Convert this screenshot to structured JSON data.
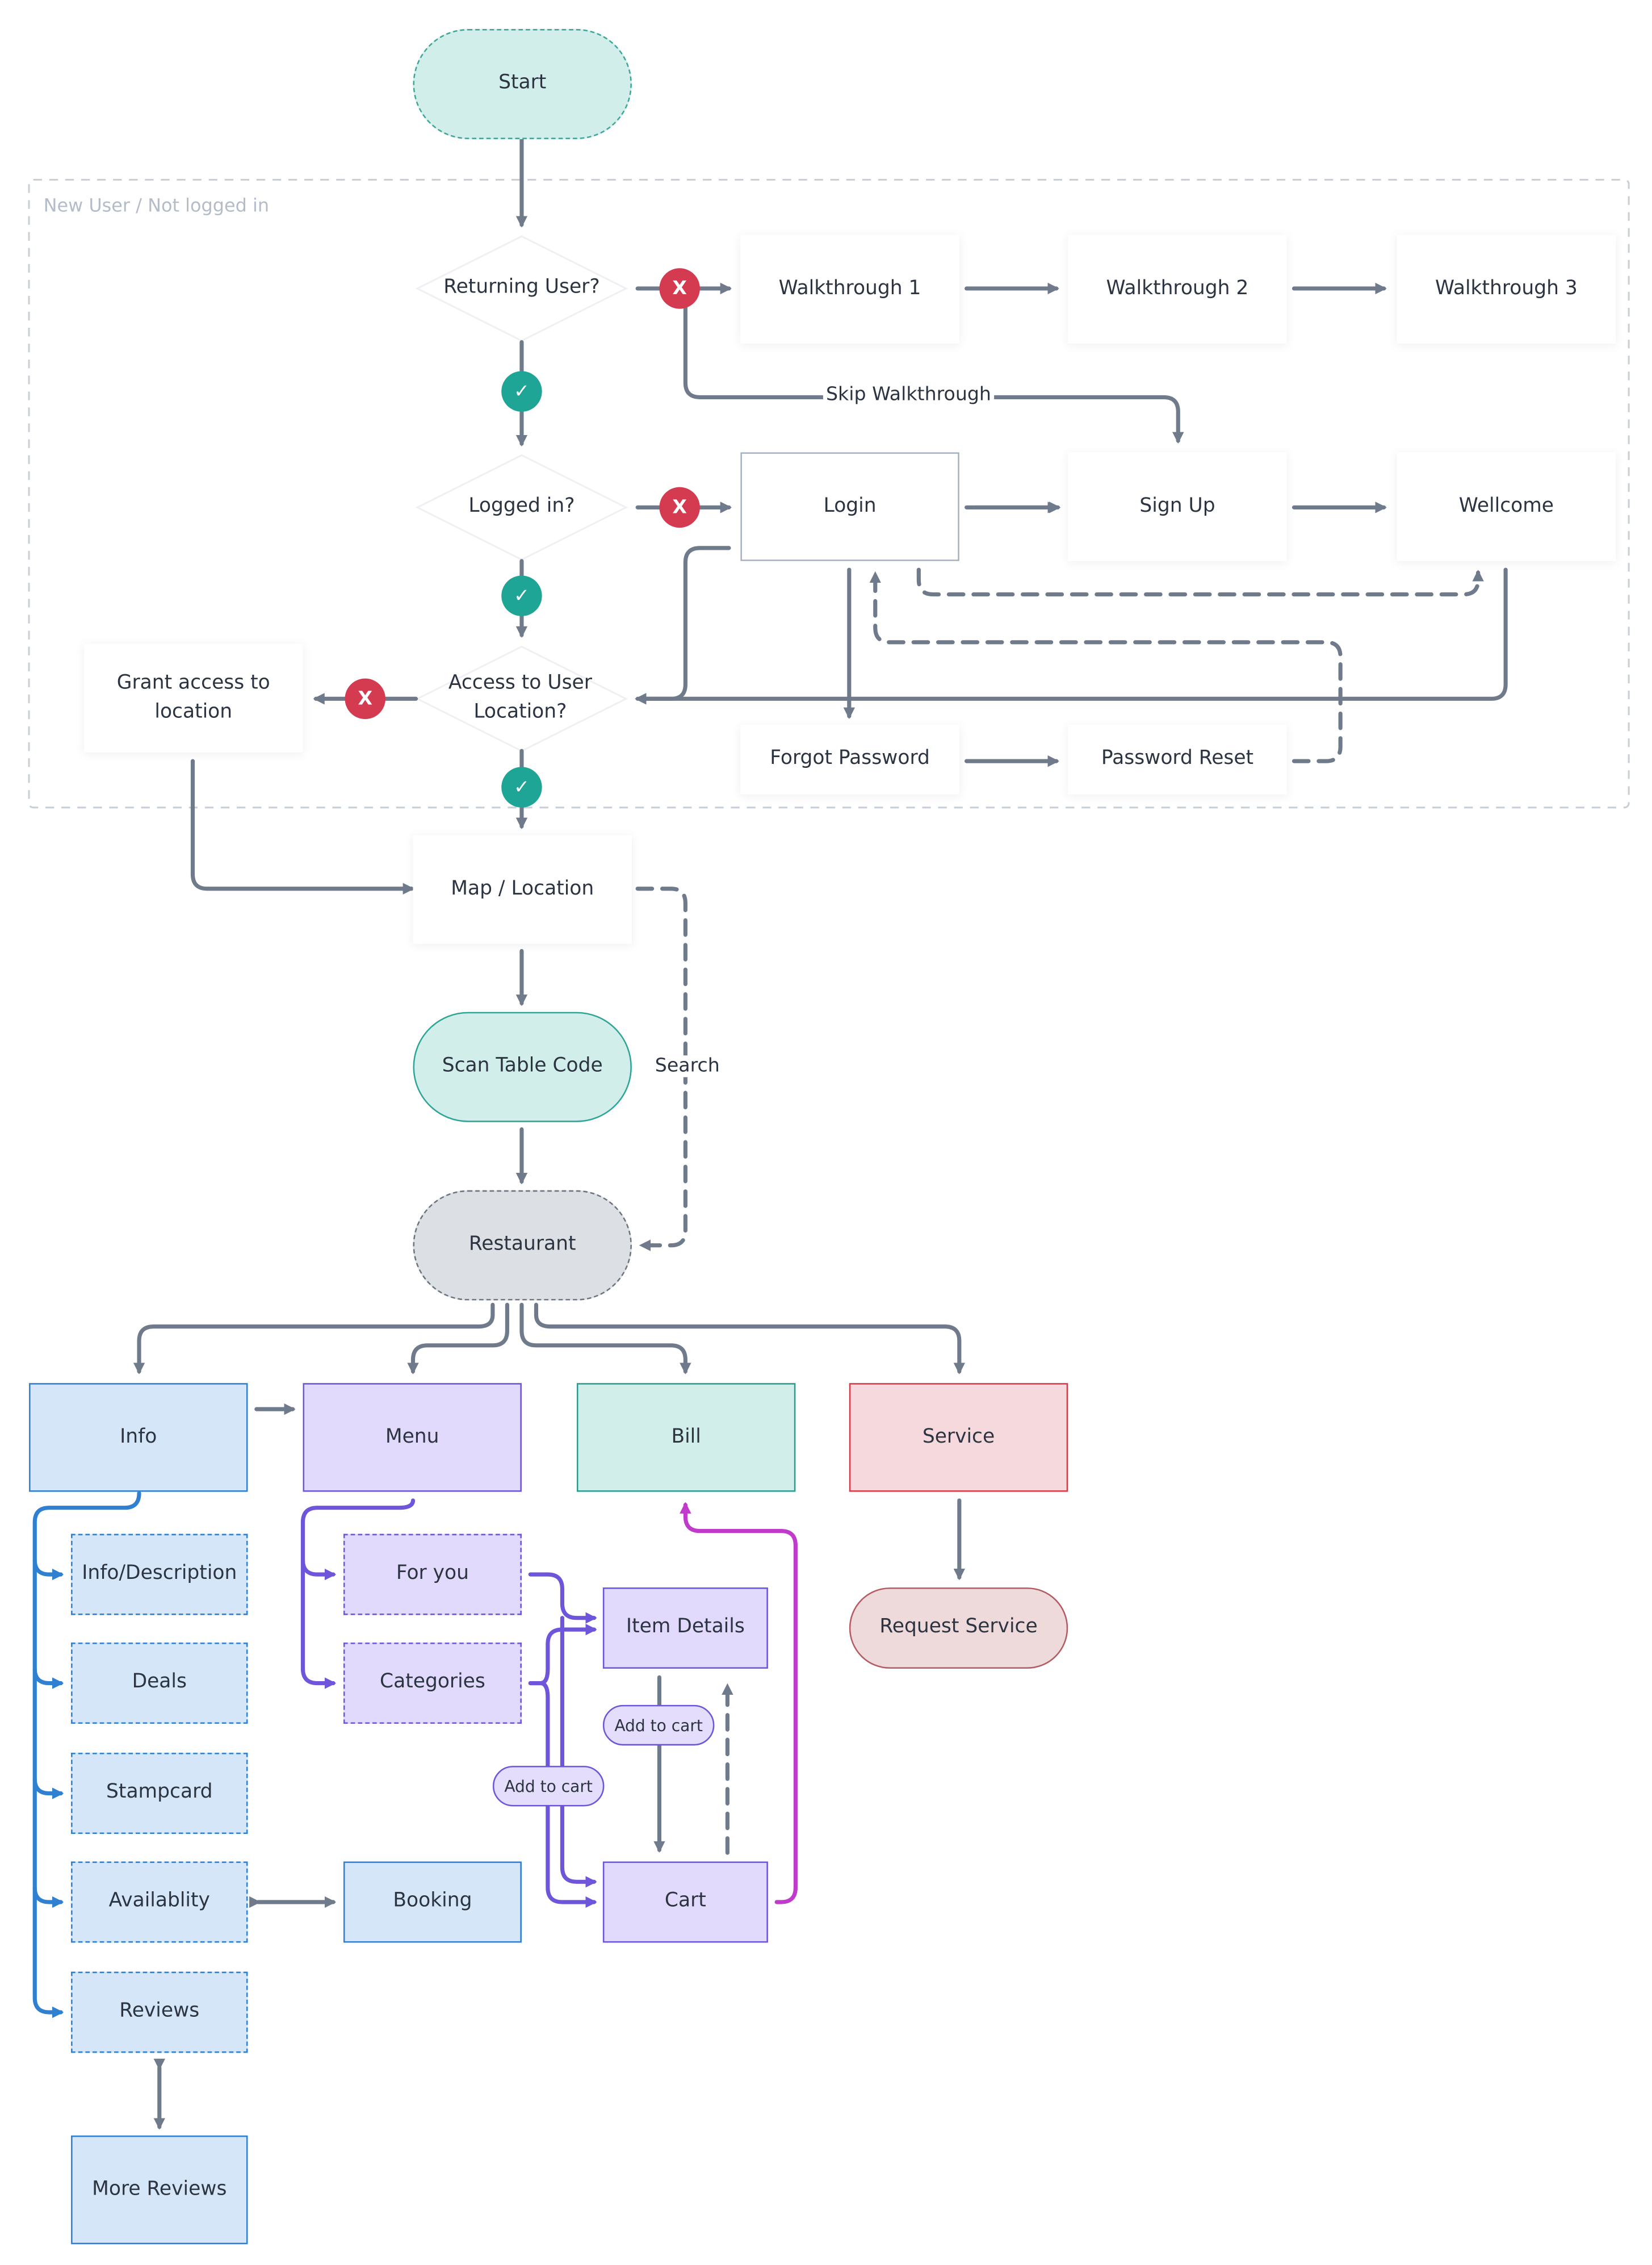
{
  "group": {
    "label": "New User / Not logged in"
  },
  "nodes": {
    "start": "Start",
    "returning_user": "Returning User?",
    "walkthrough_1": "Walkthrough 1",
    "walkthrough_2": "Walkthrough 2",
    "walkthrough_3": "Walkthrough 3",
    "logged_in": "Logged in?",
    "login": "Login",
    "sign_up": "Sign Up",
    "welcome": "Wellcome",
    "grant_access": "Grant access to location",
    "access_location": "Access to User Location?",
    "forgot_password": "Forgot Password",
    "password_reset": "Password Reset",
    "map_location": "Map / Location",
    "scan_table_code": "Scan Table Code",
    "restaurant": "Restaurant",
    "info": "Info",
    "menu": "Menu",
    "bill": "Bill",
    "service": "Service",
    "info_description": "Info/Description",
    "deals": "Deals",
    "stampcard": "Stampcard",
    "availability": "Availablity",
    "reviews": "Reviews",
    "more_reviews": "More Reviews",
    "for_you": "For you",
    "categories": "Categories",
    "booking": "Booking",
    "item_details": "Item Details",
    "cart": "Cart",
    "request_service": "Request Service"
  },
  "edge_labels": {
    "skip_walkthrough": "Skip Walkthrough",
    "search": "Search",
    "add_to_cart_1": "Add to cart",
    "add_to_cart_2": "Add to cart"
  },
  "badges": {
    "no": "X",
    "yes": "✓"
  },
  "colors": {
    "connector": "#6f7b8b",
    "info_branch": "#2f80d1",
    "menu_branch": "#6e55d9",
    "bill_link": "#c03acb"
  }
}
